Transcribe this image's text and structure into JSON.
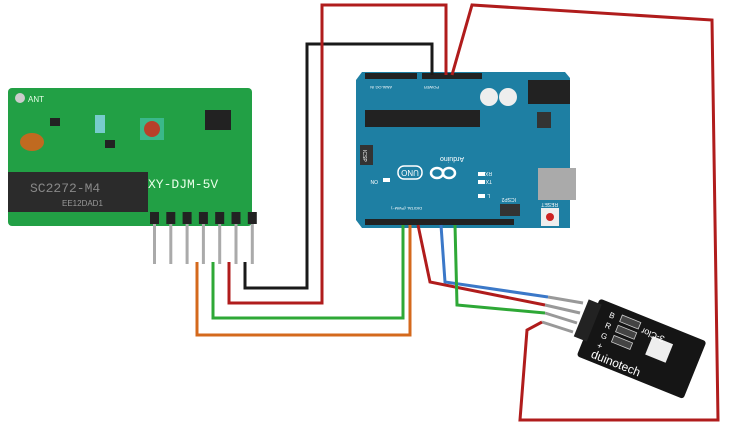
{
  "receiver": {
    "ant_label": "ANT",
    "chip_label": "SC2272-M4",
    "chip_code": "EE12DAD1",
    "module_label": "XY-DJM-5V",
    "pin_count": 7
  },
  "arduino": {
    "logo_text": "UNO",
    "brand": "Arduino",
    "on_label": "ON",
    "rx_label": "RX",
    "tx_label": "TX",
    "l_label": "L",
    "icsp_label": "ICSP",
    "icsp2_label": "ICSP2",
    "reset_label": "RESET",
    "digital_label": "DIGITAL (PWM~)",
    "analog_label": "ANALOG IN",
    "power_label": "POWER"
  },
  "rgb_module": {
    "title": "3-Clor",
    "brand": "duinotech",
    "pin_b": "B",
    "pin_r": "R",
    "pin_g": "G",
    "pin_plus": "+"
  },
  "colors": {
    "wire_red": "#b01c1c",
    "wire_black": "#1a1a1a",
    "wire_green": "#2ea836",
    "wire_orange": "#d4691c",
    "wire_blue": "#3b78c8",
    "arduino_blue": "#1e7fa3",
    "receiver_green": "#22a045"
  }
}
